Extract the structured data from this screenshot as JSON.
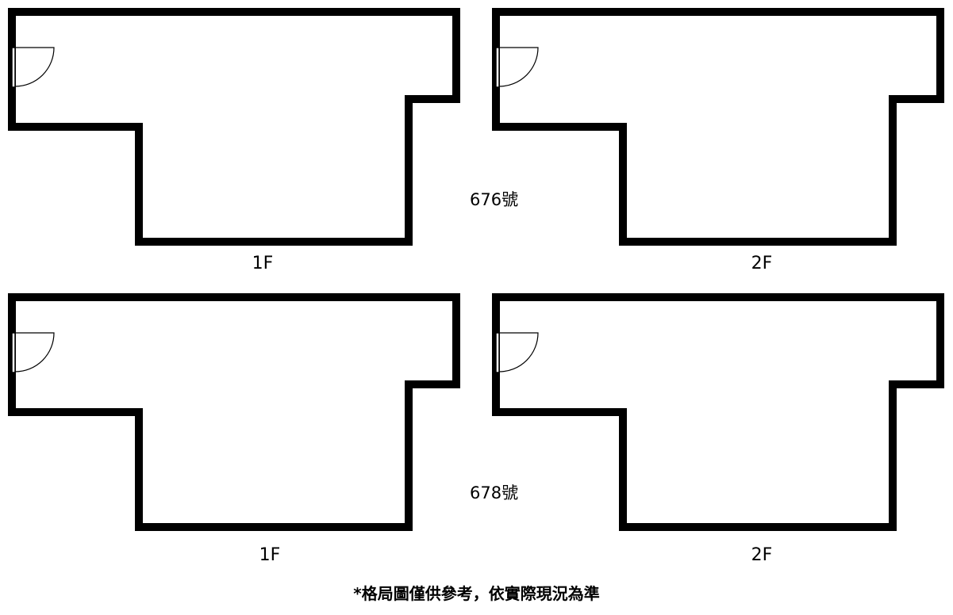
{
  "buildings": [
    {
      "label": "676號",
      "floors": [
        {
          "label": "1F"
        },
        {
          "label": "2F"
        }
      ]
    },
    {
      "label": "678號",
      "floors": [
        {
          "label": "1F"
        },
        {
          "label": "2F"
        }
      ]
    }
  ],
  "footnote": "*格局圖僅供參考，依實際現況為準",
  "colors": {
    "wall": "#000000",
    "background": "#ffffff"
  },
  "icons": [
    "door-swing-icon"
  ]
}
